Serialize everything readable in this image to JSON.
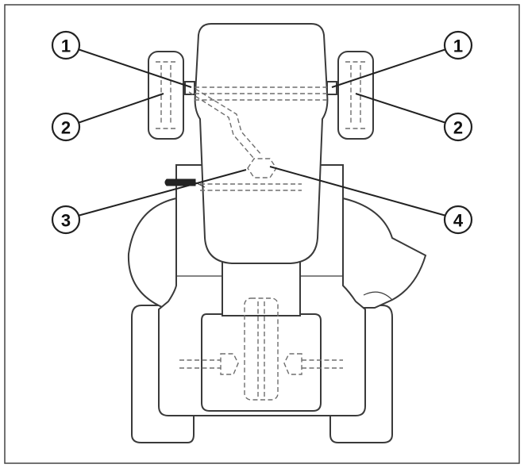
{
  "callouts": [
    {
      "id": "left-1",
      "label": "1"
    },
    {
      "id": "right-1",
      "label": "1"
    },
    {
      "id": "left-2",
      "label": "2"
    },
    {
      "id": "right-2",
      "label": "2"
    },
    {
      "id": "left-3",
      "label": "3"
    },
    {
      "id": "right-4",
      "label": "4"
    }
  ],
  "colors": {
    "outline": "#3a3a3a",
    "hidden_lines": "#6e6e6e",
    "background": "#ffffff"
  }
}
